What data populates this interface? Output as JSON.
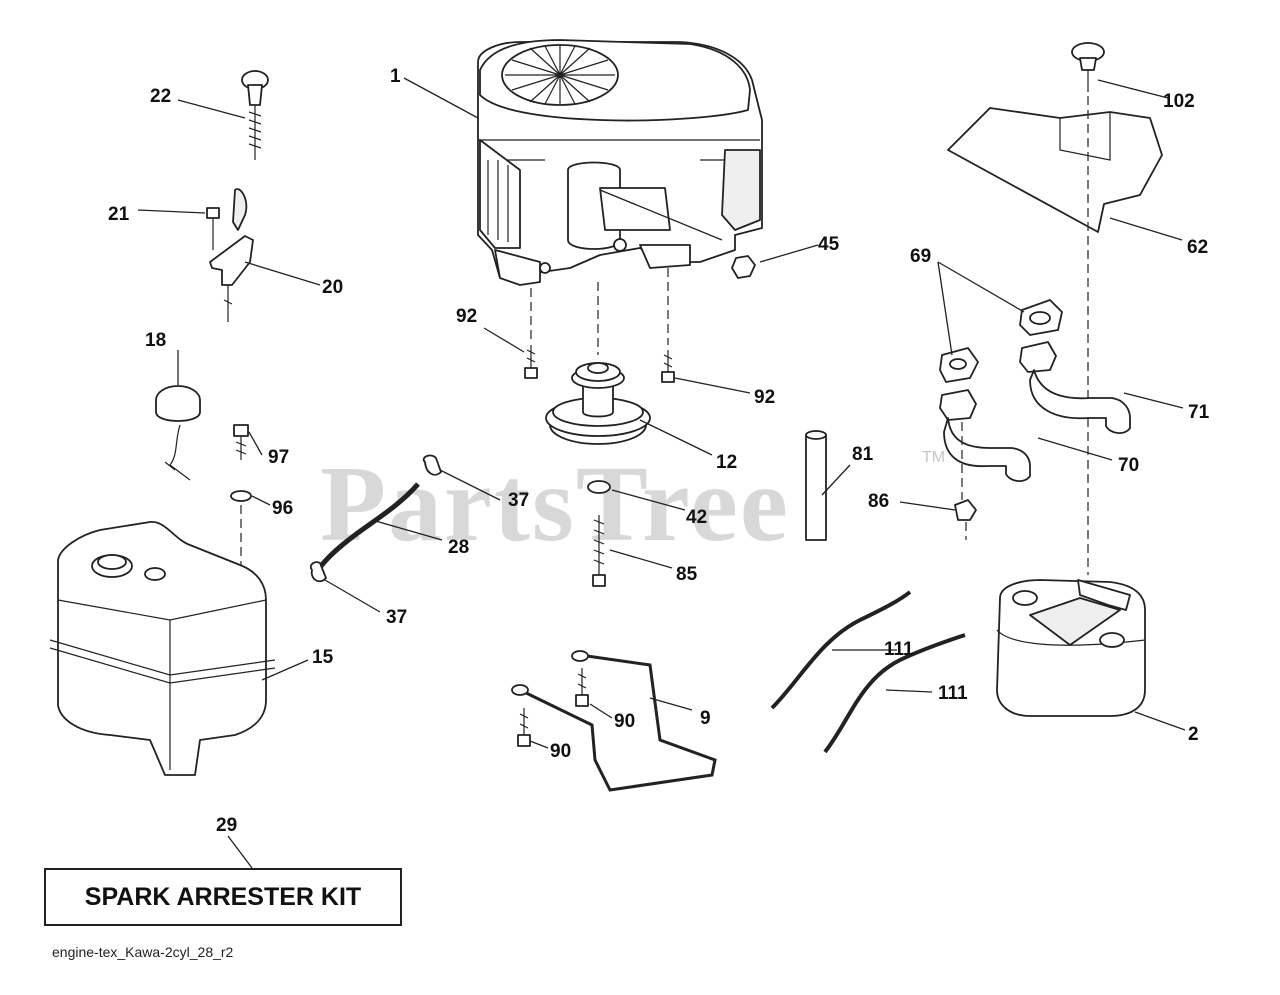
{
  "watermark": {
    "text": "PartsTree",
    "tm": "TM"
  },
  "callouts": {
    "c1": "1",
    "c2": "2",
    "c9": "9",
    "c12": "12",
    "c15": "15",
    "c18": "18",
    "c20": "20",
    "c21": "21",
    "c22": "22",
    "c28": "28",
    "c29": "29",
    "c37a": "37",
    "c37b": "37",
    "c42": "42",
    "c45": "45",
    "c62": "62",
    "c69": "69",
    "c70": "70",
    "c71": "71",
    "c81": "81",
    "c85": "85",
    "c86": "86",
    "c90a": "90",
    "c90b": "90",
    "c92a": "92",
    "c92b": "92",
    "c96": "96",
    "c97": "97",
    "c102": "102",
    "c111a": "111",
    "c111b": "111"
  },
  "kit_label": "SPARK ARRESTER KIT",
  "caption": "engine-tex_Kawa-2cyl_28_r2"
}
